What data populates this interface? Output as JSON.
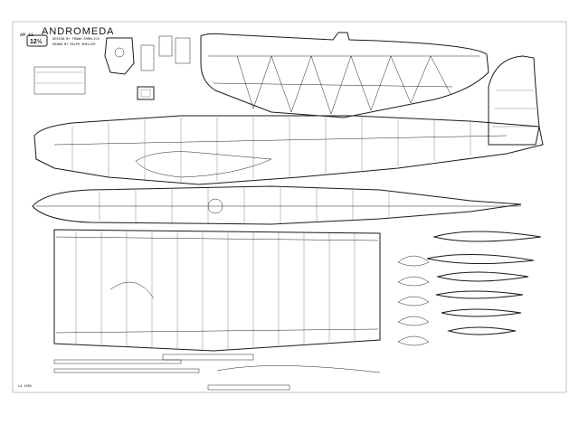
{
  "title_block": {
    "sheet_number": "AM 11",
    "name": "ANDROMEDA",
    "scale_badge": "12½",
    "design_line": "DESIGN BY FRANK EHRHLICH",
    "drawn_line": "DRAWN BY RALPH MUELLER"
  },
  "views": {
    "wing_plan": "wing-plan",
    "fuselage_side": "fuselage-side-view",
    "fuselage_top": "fuselage-top-view",
    "stabilizer": "stabilizer-plan",
    "fin": "fin-plan",
    "ribs": "rib-templates"
  },
  "notes": {
    "footer": "LA 1005"
  }
}
